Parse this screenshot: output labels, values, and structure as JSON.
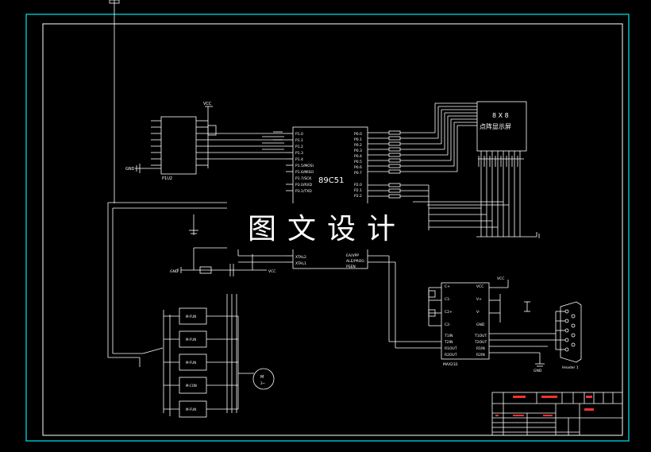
{
  "drawing": {
    "chip_label": "89C51",
    "display_line1": "8 X 8",
    "display_line2": "点阵显示屏",
    "watermark": "图文设计",
    "vcc_label": "VCC",
    "colors": {
      "frame": "#00e5ee",
      "lines": "#ffffff",
      "background": "#000000",
      "accent_marks": "#ff3030"
    }
  }
}
